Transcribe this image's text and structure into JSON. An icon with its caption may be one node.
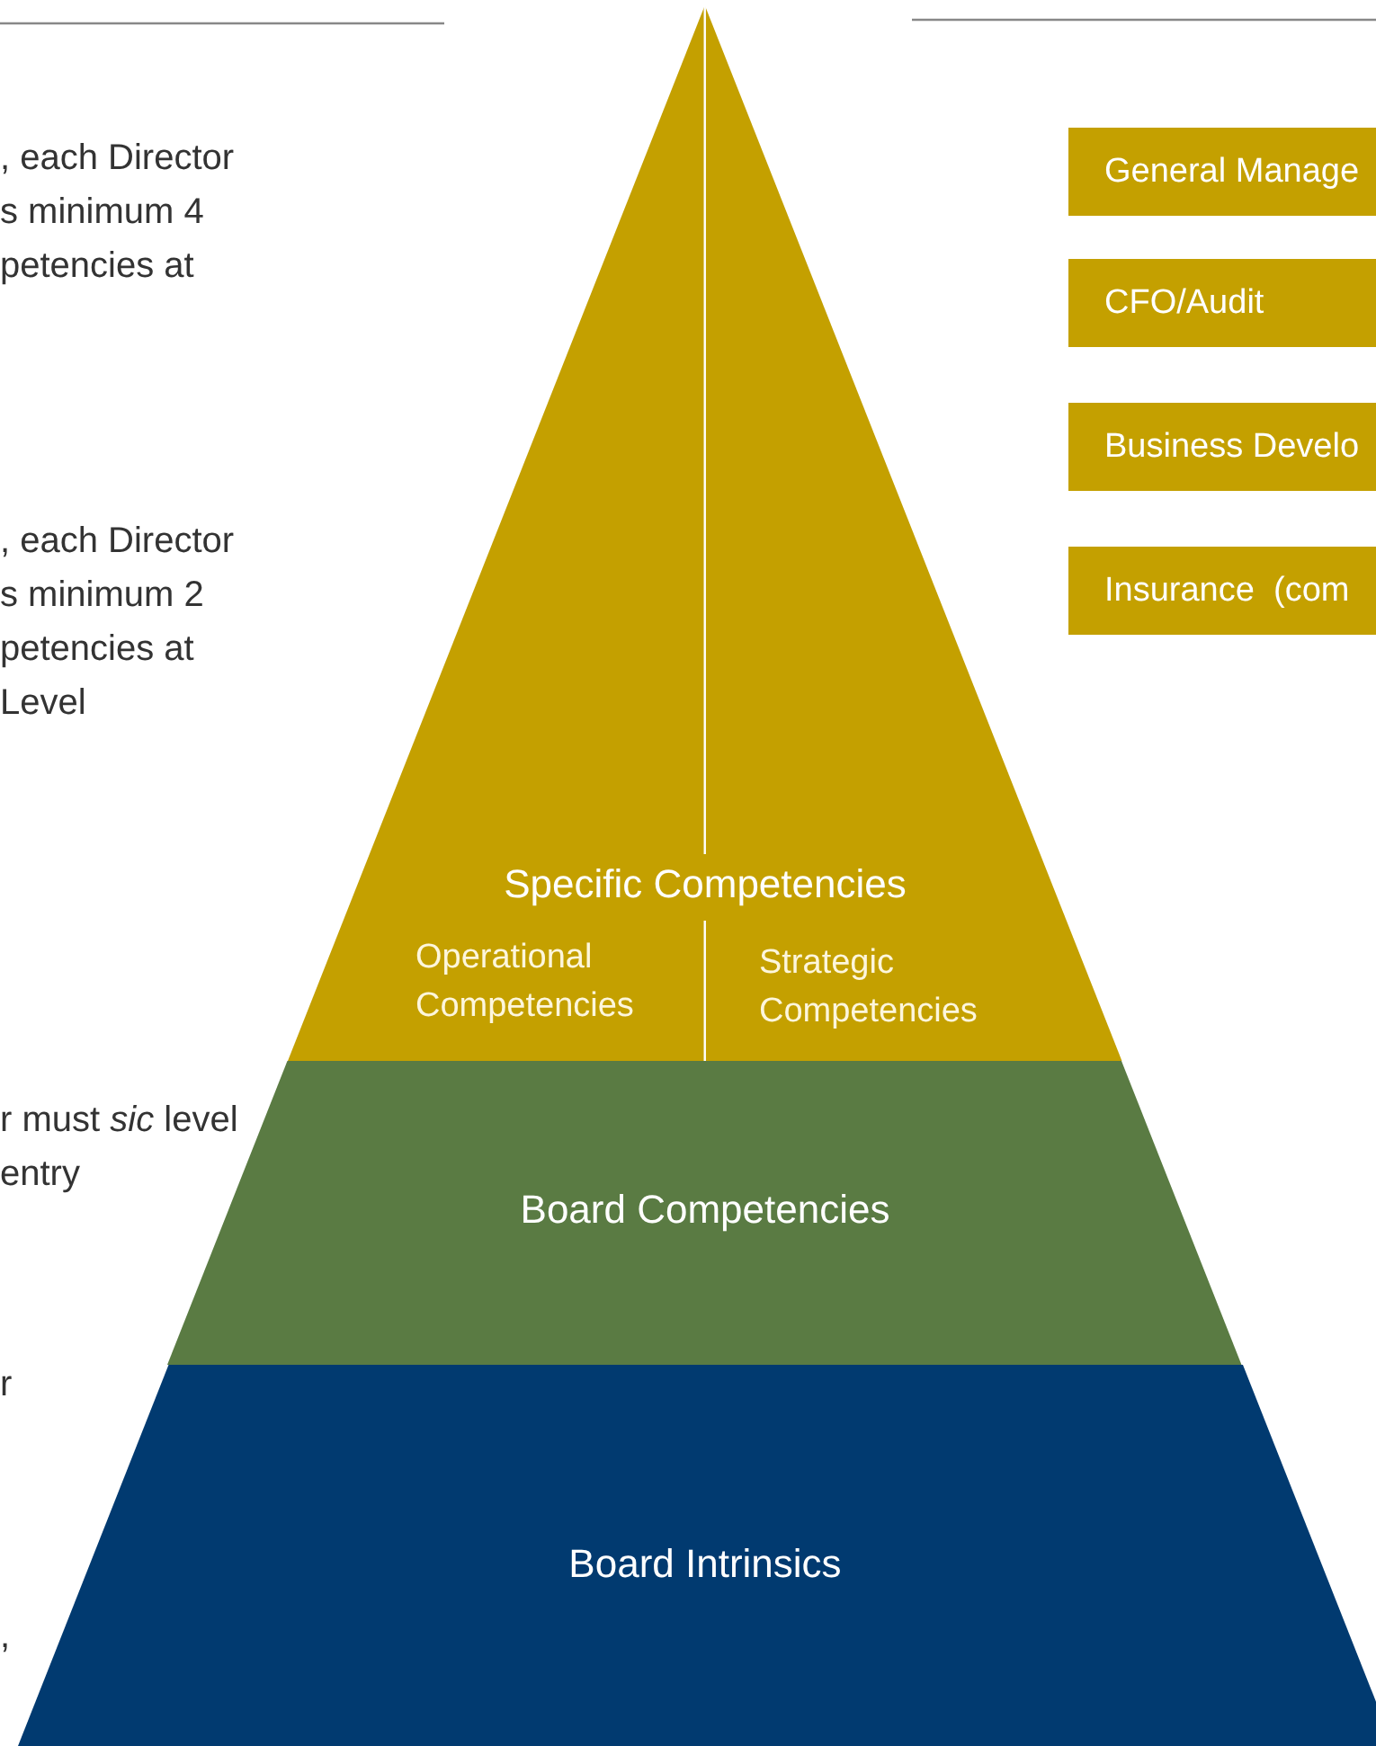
{
  "diagram": {
    "nodes": [
      {
        "text": [
          "Specific Competencies"
        ]
      },
      {
        "text": [
          "Operational Competencies"
        ],
        "in": 0
      },
      {
        "text": [
          "Strategic Competencies"
        ],
        "in": 0
      },
      {
        "text": [
          "Board Competencies"
        ]
      },
      {
        "text": [
          "Board Intrinsics"
        ]
      },
      {
        "text": [
          "General Manage"
        ]
      },
      {
        "text": [
          "CFO/Audit"
        ]
      },
      {
        "text": [
          "Business Develo"
        ]
      },
      {
        "text": [
          "Insurance  (com"
        ]
      }
    ],
    "labels": [
      ", each Director s minimum 4 petencies at",
      ", each Director s minimum 2 petencies at Level",
      "r must *sic* level entry",
      "r",
      ","
    ]
  }
}
